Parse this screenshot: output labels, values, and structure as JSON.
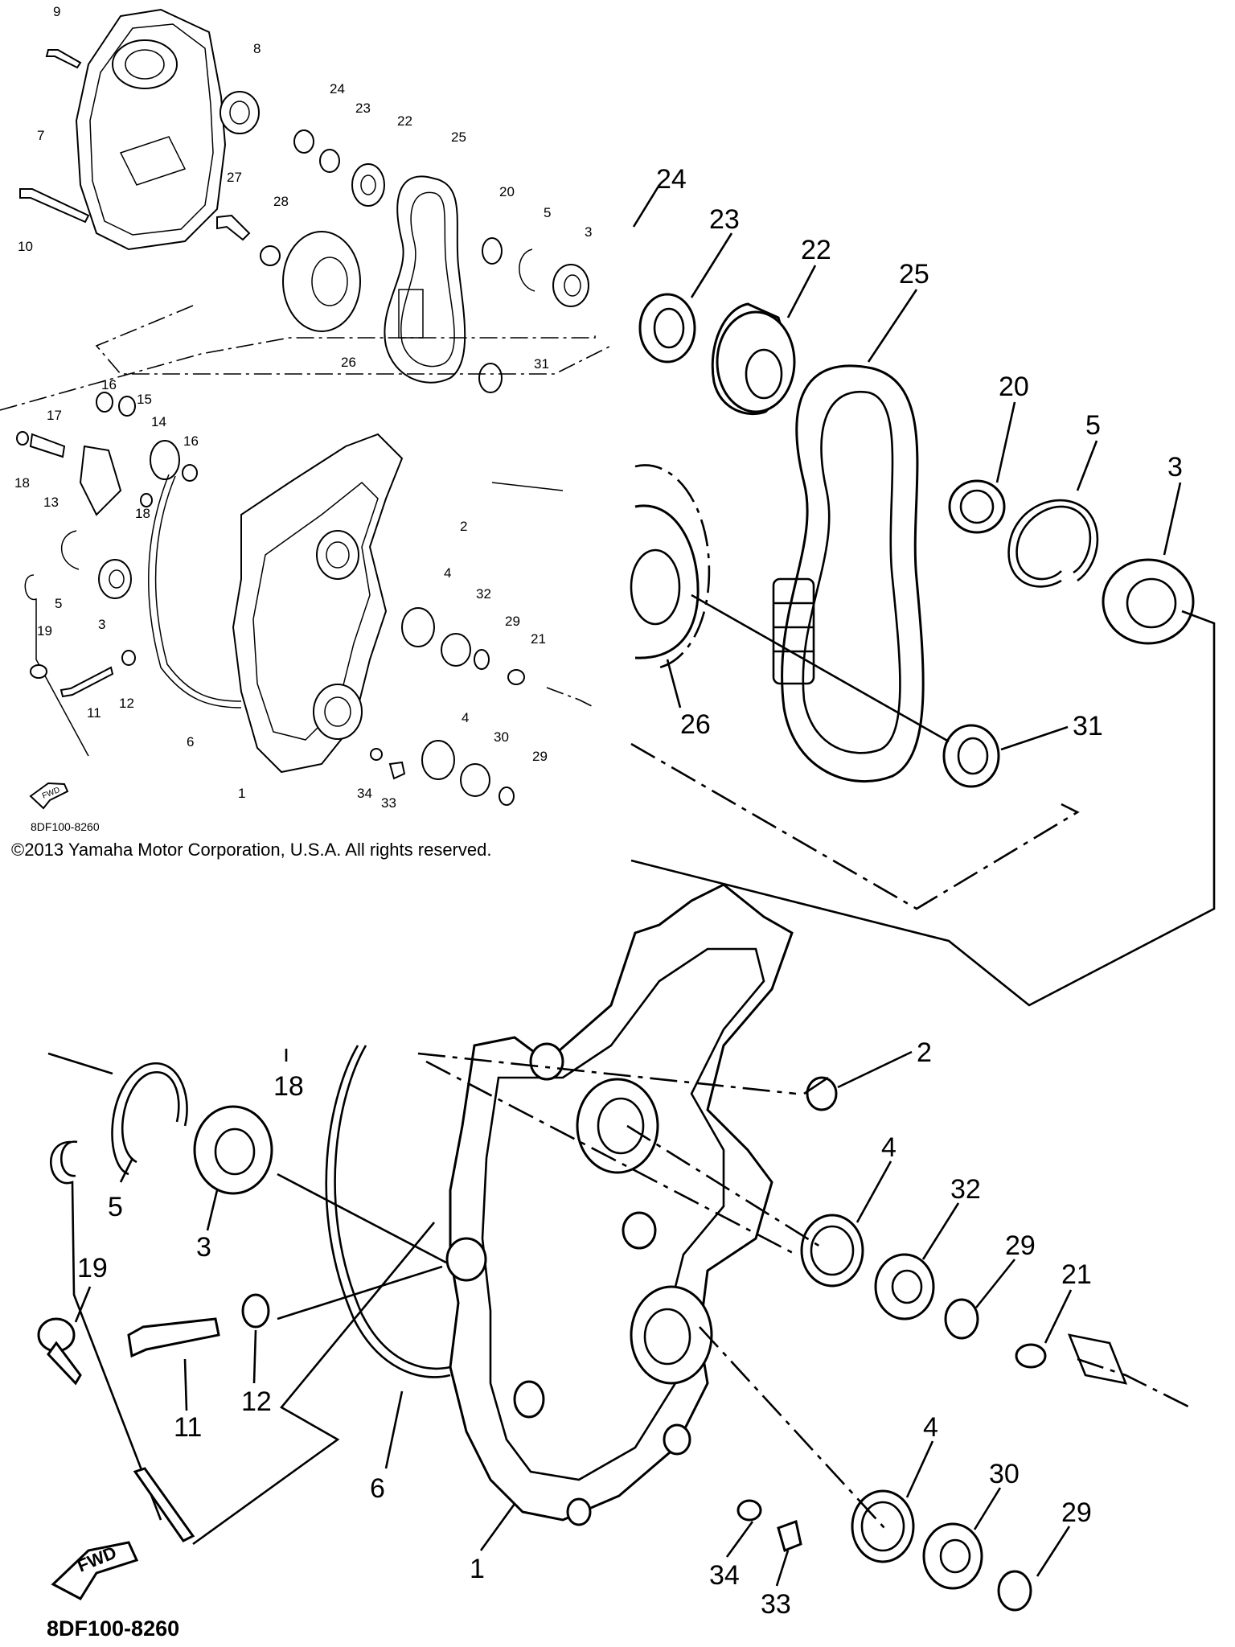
{
  "diagram_code_small": "8DF100-8260",
  "diagram_code_large": "8DF100-8260",
  "copyright": "©2013 Yamaha Motor Corporation, U.S.A. All rights reserved.",
  "fwd_label": "FWD",
  "callouts_small": [
    "9",
    "8",
    "7",
    "24",
    "23",
    "22",
    "25",
    "10",
    "27",
    "28",
    "20",
    "5",
    "3",
    "26",
    "31",
    "16",
    "15",
    "14",
    "17",
    "16",
    "18",
    "13",
    "18",
    "2",
    "5",
    "3",
    "4",
    "32",
    "29",
    "19",
    "21",
    "11",
    "12",
    "6",
    "4",
    "30",
    "29",
    "1",
    "34",
    "33"
  ],
  "callouts_zoom_top": [
    "24",
    "23",
    "22",
    "25",
    "20",
    "5",
    "3",
    "26",
    "31"
  ],
  "callouts_zoom_bottom": [
    "18",
    "5",
    "3",
    "19",
    "11",
    "12",
    "6",
    "2",
    "4",
    "32",
    "29",
    "21",
    "4",
    "30",
    "29",
    "1",
    "34",
    "33"
  ]
}
